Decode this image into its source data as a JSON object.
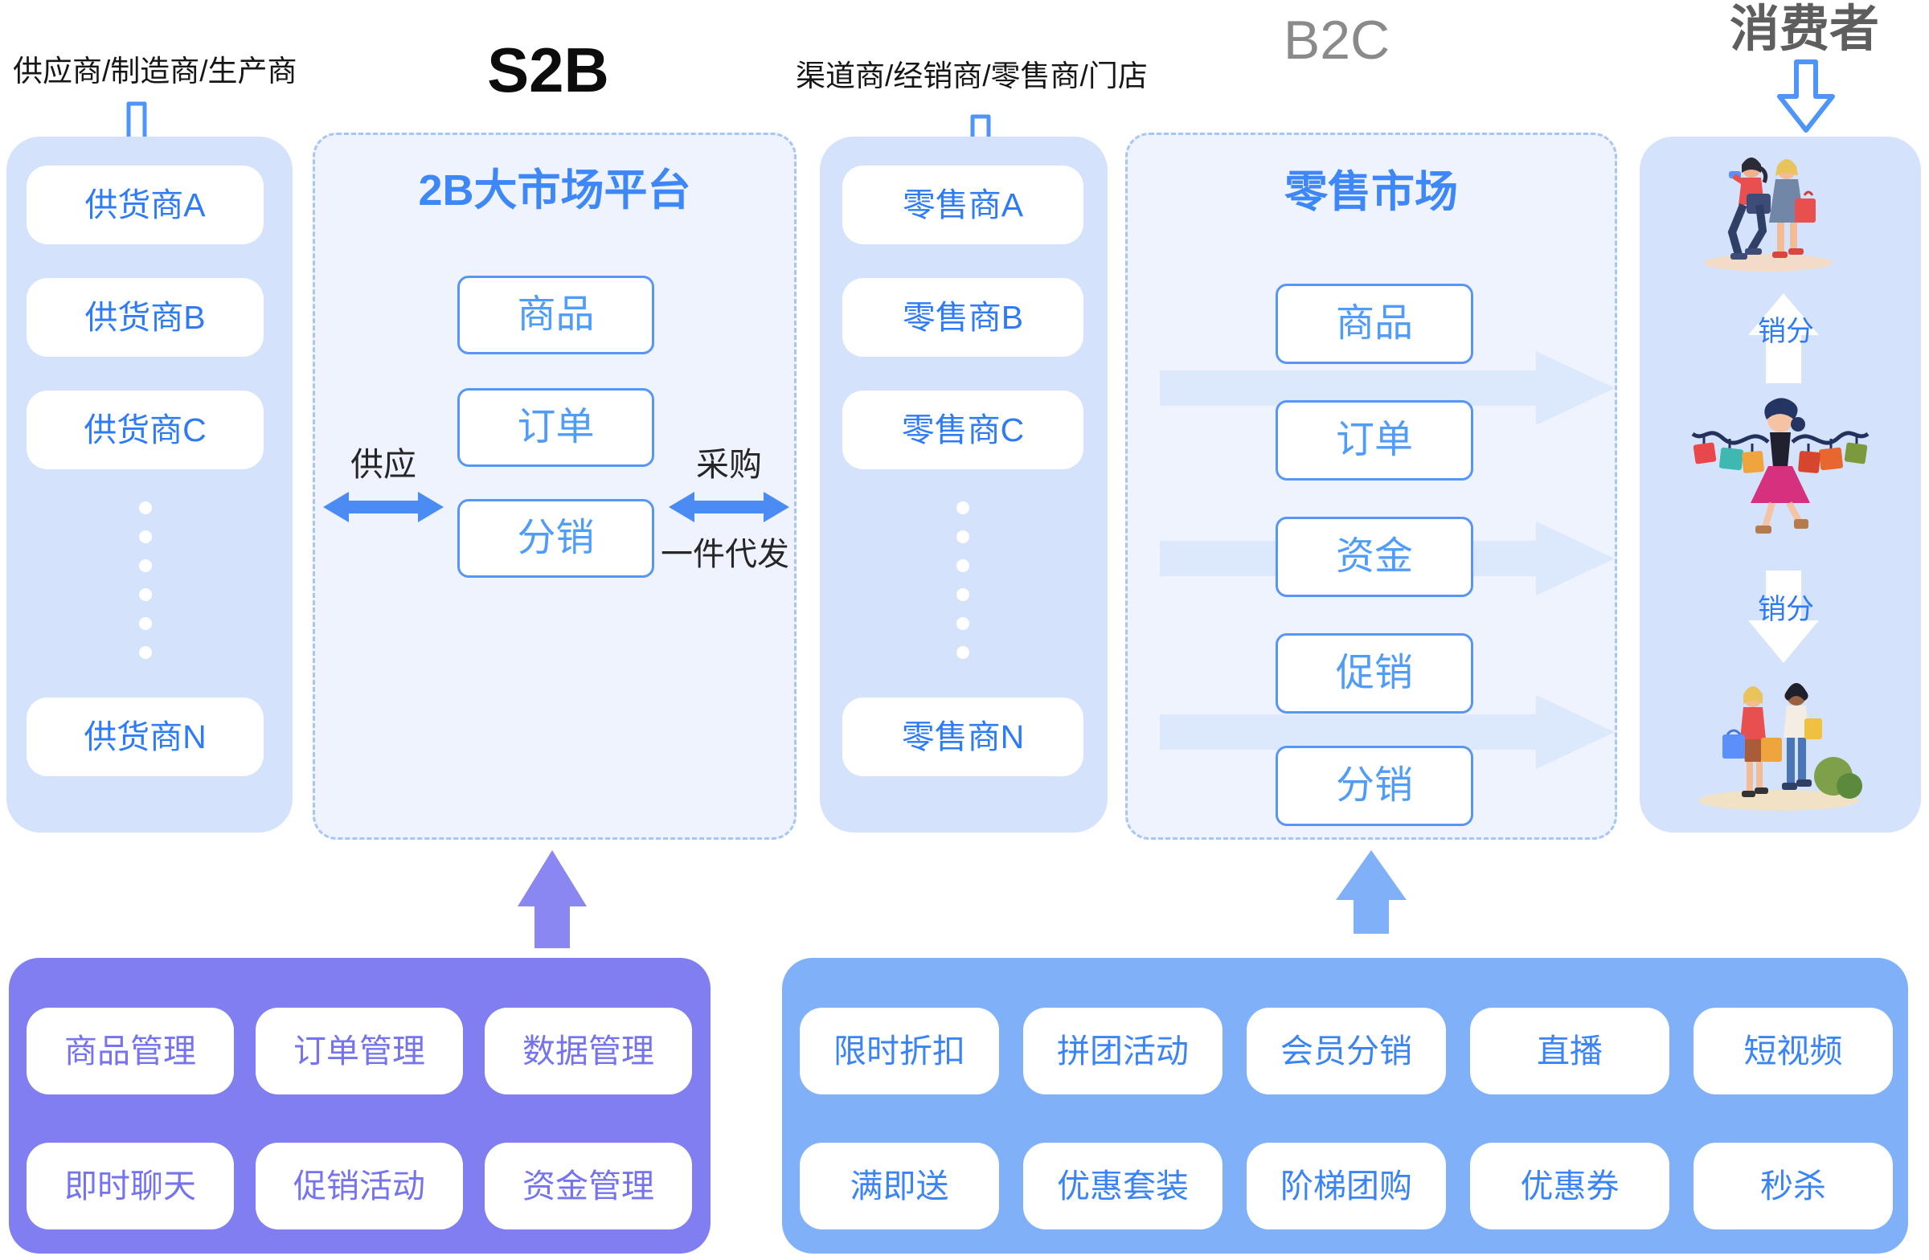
{
  "header": {
    "supplier_flow_label": "供应商/制造商/生产商",
    "s2b": "S2B",
    "channel_flow_label": "渠道商/经销商/零售商/门店",
    "b2c": "B2C",
    "consumer": "消费者"
  },
  "supplier_column": {
    "items": [
      "供货商A",
      "供货商B",
      "供货商C",
      "供货商N"
    ]
  },
  "platform_2b": {
    "title": "2B大市场平台",
    "modules": [
      "商品",
      "订单",
      "分销"
    ],
    "supply_label": "供应",
    "purchase_label": "采购",
    "dropship_label": "一件代发"
  },
  "retailer_column": {
    "items": [
      "零售商A",
      "零售商B",
      "零售商C",
      "零售商N"
    ]
  },
  "retail_market": {
    "title": "零售市场",
    "modules": [
      "商品",
      "订单",
      "资金",
      "促销",
      "分销"
    ]
  },
  "consumer_section": {
    "distribution_up_label": "分销",
    "distribution_down_label": "分销"
  },
  "s2b_toolbox": {
    "items": [
      "商品管理",
      "订单管理",
      "数据管理",
      "即时聊天",
      "促销活动",
      "资金管理"
    ]
  },
  "b2c_toolbox": {
    "items": [
      "限时折扣",
      "拼团活动",
      "会员分销",
      "直播",
      "短视频",
      "满即送",
      "优惠套装",
      "阶梯团购",
      "优惠券",
      "秒杀"
    ]
  },
  "colors": {
    "accent_blue": "#2e7bf6",
    "column_panel_bg": "#d4e3fb",
    "platform_panel_bg": "#eef3fd",
    "dashed_border": "#a7c6f5",
    "module_border": "#5795f7",
    "module_text": "#4f9cf9",
    "solid_arrow": "#4a8cf3",
    "pale_arrow": "#dce9fd",
    "purple_panel": "#817ef1",
    "purple_text": "#7573ee",
    "blue_panel": "#80b1f8",
    "blue_text": "#3b84f6"
  }
}
